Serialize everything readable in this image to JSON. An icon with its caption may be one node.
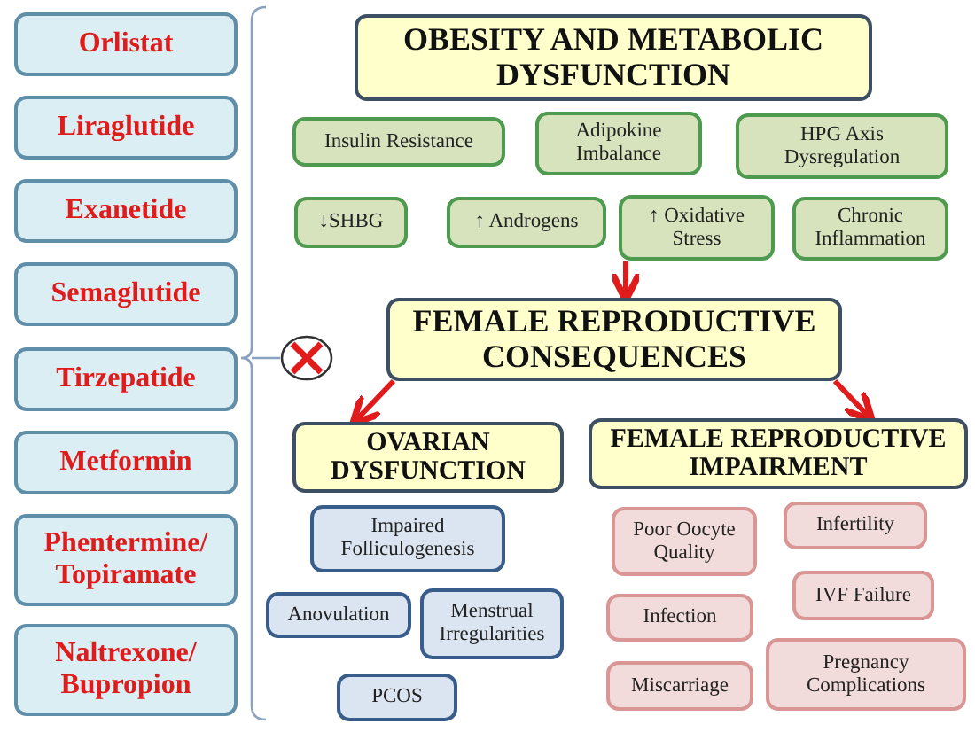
{
  "diagram": {
    "nodes": [
      {
        "text": [
          "Orlistat"
        ]
      },
      {
        "text": [
          "Liraglutide"
        ]
      },
      {
        "text": [
          "Exanetide"
        ]
      },
      {
        "text": [
          "Semaglutide"
        ]
      },
      {
        "text": [
          "Tirzepatide"
        ]
      },
      {
        "text": [
          "Metformin"
        ]
      },
      {
        "text": [
          "Phentermine/ Topiramate"
        ]
      },
      {
        "text": [
          "Naltrexone/ Bupropion"
        ]
      },
      {
        "text": [
          "OBESITY AND METABOLIC DYSFUNCTION"
        ]
      },
      {
        "text": [
          "Insulin Resistance"
        ]
      },
      {
        "text": [
          "Adipokine Imbalance"
        ]
      },
      {
        "text": [
          "HPG Axis Dysregulation"
        ]
      },
      {
        "text": [
          "↓SHBG"
        ]
      },
      {
        "text": [
          "↑ Androgens"
        ]
      },
      {
        "text": [
          "↑ Oxidative Stress"
        ]
      },
      {
        "text": [
          "Chronic Inflammation"
        ]
      },
      {
        "text": [
          "FEMALE REPRODUCTIVE CONSEQUENCES"
        ]
      },
      {
        "text": [
          "OVARIAN DYSFUNCTION"
        ]
      },
      {
        "text": [
          "FEMALE REPRODUCTIVE IMPAIRMENT"
        ]
      },
      {
        "text": [
          "Impaired Folliculogenesis"
        ]
      },
      {
        "text": [
          "Anovulation"
        ]
      },
      {
        "text": [
          "Menstrual Irregularities"
        ]
      },
      {
        "text": [
          "PCOS"
        ]
      },
      {
        "text": [
          "Poor Oocyte Quality"
        ]
      },
      {
        "text": [
          "Infertility"
        ]
      },
      {
        "text": [
          "Infection"
        ]
      },
      {
        "text": [
          "IVF Failure"
        ]
      },
      {
        "text": [
          "Miscarriage"
        ]
      },
      {
        "text": [
          "Pregnancy Complications"
        ]
      },
      {
        "text": [],
        "shape": "circle"
      }
    ],
    "edges": [
      {
        "from": 14,
        "to": 16,
        "arrow": "to"
      },
      {
        "from": 16,
        "to": 17,
        "arrow": "to"
      },
      {
        "from": 16,
        "to": 18,
        "arrow": "to"
      }
    ]
  }
}
